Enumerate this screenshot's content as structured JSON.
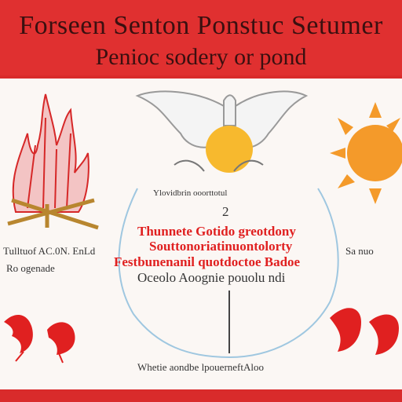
{
  "header": {
    "title": "Forseen Senton Ponstuc Setumer",
    "subtitle": "Penioc sodery or pond"
  },
  "left": {
    "caption_line1": "Tulltuof AC.0N. EnLd",
    "caption_line2": "Ro ogenade"
  },
  "right": {
    "caption_line1": "Sa nuo"
  },
  "center": {
    "heading": "Ylovidbrin ooorttotul",
    "number": "2",
    "line1": "Thunnete Gotido greotdony",
    "line2": "Souttonoriatinuontolorty",
    "line3": "Festbunenanil quotdoctoe Badoe",
    "line4": "Oceolo Aoognie pouolu ndi"
  },
  "footer": {
    "text": "Whetie aondbe lpouerneftAloo"
  },
  "colors": {
    "red": "#e03030",
    "sun": "#f49a2a",
    "yolk": "#f7b92e"
  }
}
